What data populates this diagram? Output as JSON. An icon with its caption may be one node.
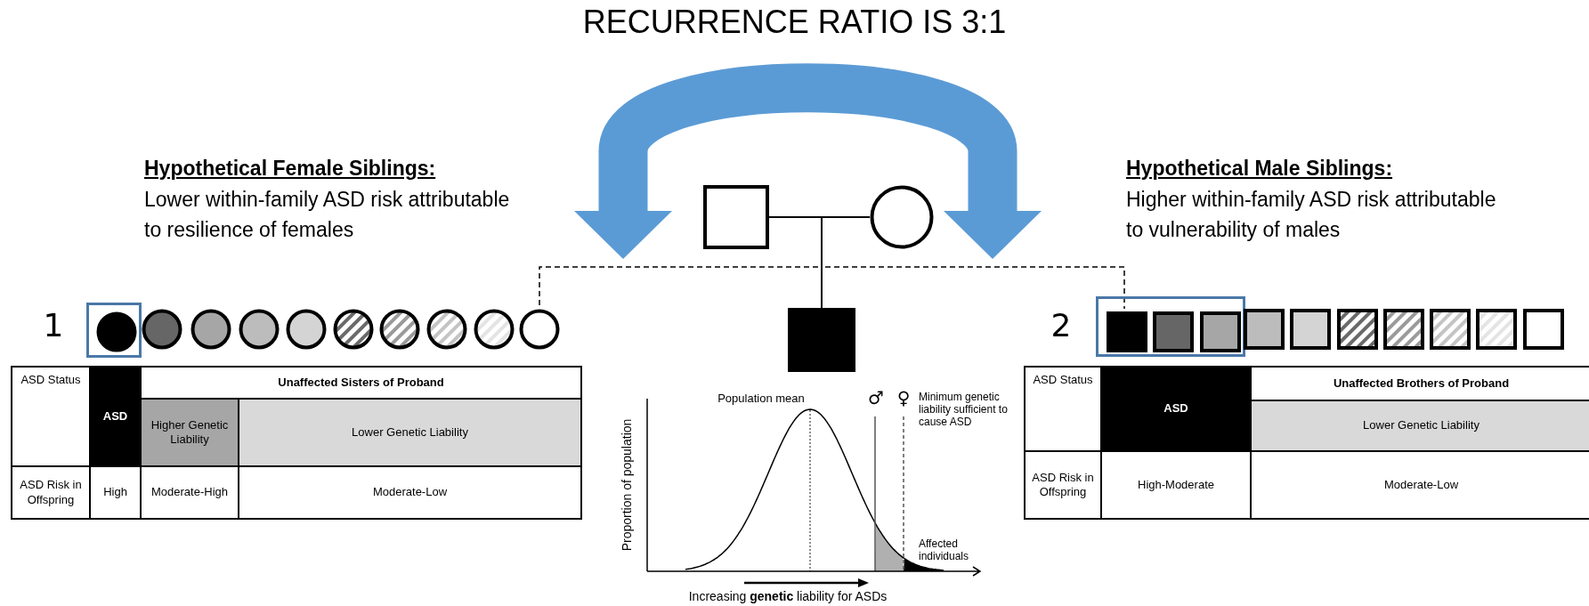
{
  "diagram": {
    "title": "RECURRENCE RATIO IS 3:1",
    "nodes": [
      {
        "text": [
          "Hypothetical Female Siblings:",
          "Lower within-family ASD risk attributable to resilience of females"
        ]
      },
      {
        "text": [
          "Hypothetical Male Siblings:",
          "Higher within-family ASD risk attributable to vulnerability of males"
        ]
      },
      {
        "text": [],
        "shape": "box"
      },
      {
        "text": [],
        "shape": "circle"
      },
      {
        "text": [],
        "shape": "box"
      },
      {
        "text": [],
        "shape": "box"
      },
      {
        "text": [],
        "shape": "circle",
        "in": 5
      },
      {
        "text": [],
        "shape": "circle"
      },
      {
        "text": [],
        "shape": "circle"
      },
      {
        "text": [],
        "shape": "circle"
      },
      {
        "text": [],
        "shape": "circle"
      },
      {
        "text": [],
        "shape": "circle"
      },
      {
        "text": [],
        "shape": "circle"
      },
      {
        "text": [],
        "shape": "circle"
      },
      {
        "text": [],
        "shape": "circle"
      },
      {
        "text": [],
        "shape": "circle"
      },
      {
        "text": [],
        "shape": "box"
      },
      {
        "text": [],
        "shape": "box",
        "in": 16
      },
      {
        "text": [],
        "shape": "box",
        "in": 16
      },
      {
        "text": [],
        "shape": "box",
        "in": 16
      },
      {
        "text": [],
        "shape": "box"
      },
      {
        "text": [],
        "shape": "box"
      },
      {
        "text": [],
        "shape": "box"
      },
      {
        "text": [],
        "shape": "box"
      },
      {
        "text": [],
        "shape": "box"
      },
      {
        "text": [],
        "shape": "box"
      },
      {
        "text": [],
        "shape": "box"
      }
    ],
    "edges": [
      {
        "from": 0,
        "to": 1,
        "arrow": "both",
        "style": "thick",
        "color": "#5b9bd5"
      },
      {
        "from": 2,
        "to": 3,
        "arrow": "none"
      },
      {
        "from": null,
        "to": 4,
        "arrow": "none"
      },
      {
        "from": 4,
        "to": 15,
        "arrow": "none",
        "style": "dashed"
      },
      {
        "from": 4,
        "to": 17,
        "arrow": "none",
        "style": "dashed"
      }
    ],
    "labels": [
      "1",
      "2",
      "ASD Status",
      "ASD",
      "Unaffected Sisters of Proband",
      "Higher Genetic Liability",
      "Lower Genetic Liability",
      "ASD Risk in Offspring",
      "High",
      "Moderate-High",
      "Moderate-Low",
      "ASD Status",
      "ASD",
      "Unaffected Brothers of Proband",
      "Lower Genetic Liability",
      "ASD Risk in Offspring",
      "High-Moderate",
      "Moderate-Low",
      "Population mean",
      "♂",
      "♀",
      "Minimum genetic liability sufficient to cause ASD",
      "Affected individuals",
      "Proportion of population",
      "Increasing **genetic** liability for ASDs"
    ]
  }
}
